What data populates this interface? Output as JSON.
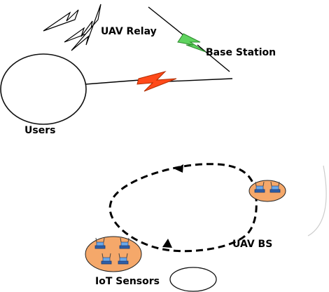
{
  "labels": {
    "uav_relay": "UAV Relay",
    "base_station": "Base Station",
    "users": "Users",
    "uav_bs": "UAV BS",
    "iot_sensors": "IoT Sensors"
  },
  "colors": {
    "green_link": "#5fd35f",
    "red_link": "#ff4a1a",
    "iot_cluster": "#f5a86a",
    "dashed_path": "#000000",
    "device": "#3a78c8"
  }
}
